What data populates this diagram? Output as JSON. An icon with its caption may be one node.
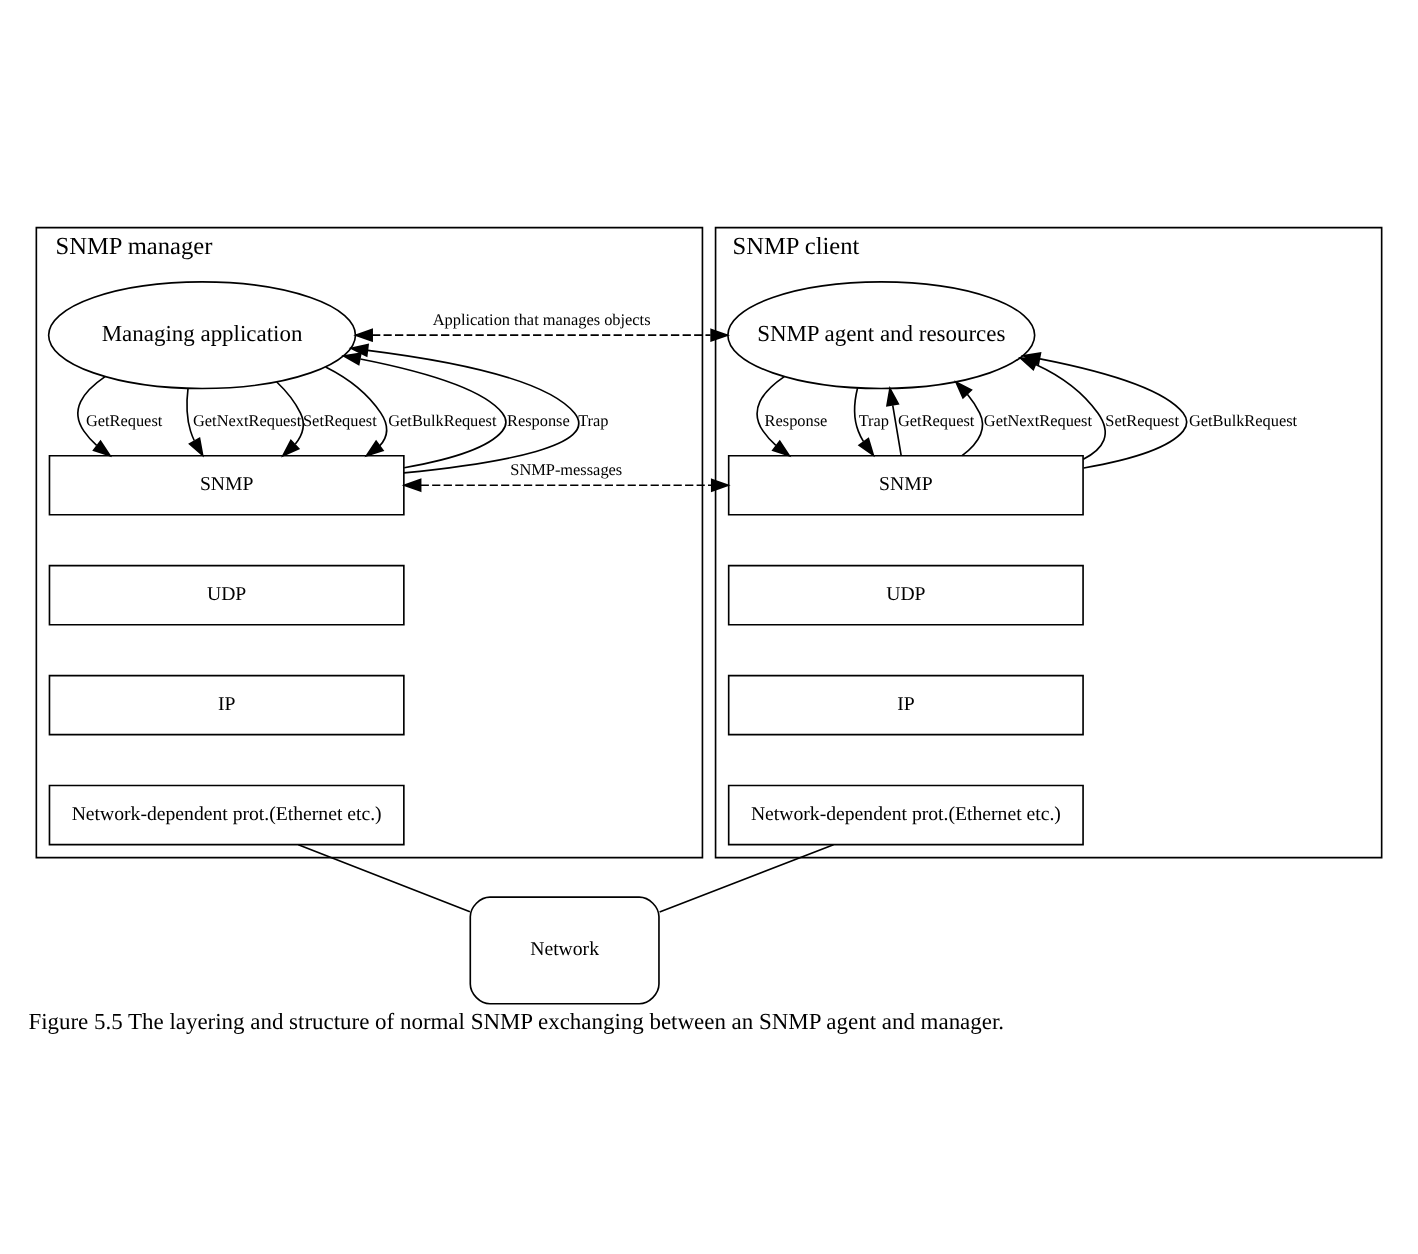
{
  "diagram": {
    "caption": "Figure 5.5 The layering and structure of normal SNMP exchanging between an SNMP agent and manager.",
    "nodes": [
      {
        "text": [
          "SNMP manager"
        ]
      },
      {
        "text": [
          "Managing application"
        ],
        "in": 0
      },
      {
        "text": [
          "SNMP"
        ],
        "in": 0
      },
      {
        "text": [
          "UDP"
        ],
        "in": 0
      },
      {
        "text": [
          "IP"
        ],
        "in": 0
      },
      {
        "text": [
          "Network-dependent prot.(Ethernet etc.)"
        ],
        "in": 0
      },
      {
        "text": [
          "SNMP client"
        ]
      },
      {
        "text": [
          "SNMP agent and resources"
        ],
        "in": 6
      },
      {
        "text": [
          "SNMP"
        ],
        "in": 6
      },
      {
        "text": [
          "UDP"
        ],
        "in": 6
      },
      {
        "text": [
          "IP"
        ],
        "in": 6
      },
      {
        "text": [
          "Network-dependent prot.(Ethernet etc.)"
        ],
        "in": 6
      },
      {
        "text": [
          "Network"
        ]
      }
    ],
    "edges": [
      {
        "from": 1,
        "to": 2,
        "arrow": "to",
        "label": "GetRequest"
      },
      {
        "from": 1,
        "to": 2,
        "arrow": "to",
        "label": "GetNextRequest"
      },
      {
        "from": 1,
        "to": 2,
        "arrow": "to",
        "label": "SetRequest"
      },
      {
        "from": 1,
        "to": 2,
        "arrow": "to",
        "label": "GetBulkRequest"
      },
      {
        "from": 2,
        "to": 1,
        "arrow": "to",
        "label": "Response"
      },
      {
        "from": 2,
        "to": 1,
        "arrow": "to",
        "label": "Trap"
      },
      {
        "from": 1,
        "to": 7,
        "arrow": "both",
        "label": "Application that manages objects",
        "style": "dashed"
      },
      {
        "from": 8,
        "to": 7,
        "arrow": "to",
        "label": "GetRequest"
      },
      {
        "from": 8,
        "to": 7,
        "arrow": "to",
        "label": "GetNextRequest"
      },
      {
        "from": 8,
        "to": 7,
        "arrow": "to",
        "label": "SetRequest"
      },
      {
        "from": 8,
        "to": 7,
        "arrow": "to",
        "label": "GetBulkRequest"
      },
      {
        "from": 7,
        "to": 8,
        "arrow": "to",
        "label": "Response"
      },
      {
        "from": 7,
        "to": 8,
        "arrow": "to",
        "label": "Trap"
      },
      {
        "from": 2,
        "to": 8,
        "arrow": "both",
        "label": "SNMP-messages",
        "style": "dashed"
      },
      {
        "from": 5,
        "to": 12,
        "arrow": "none"
      },
      {
        "from": 11,
        "to": 12,
        "arrow": "none"
      }
    ]
  }
}
